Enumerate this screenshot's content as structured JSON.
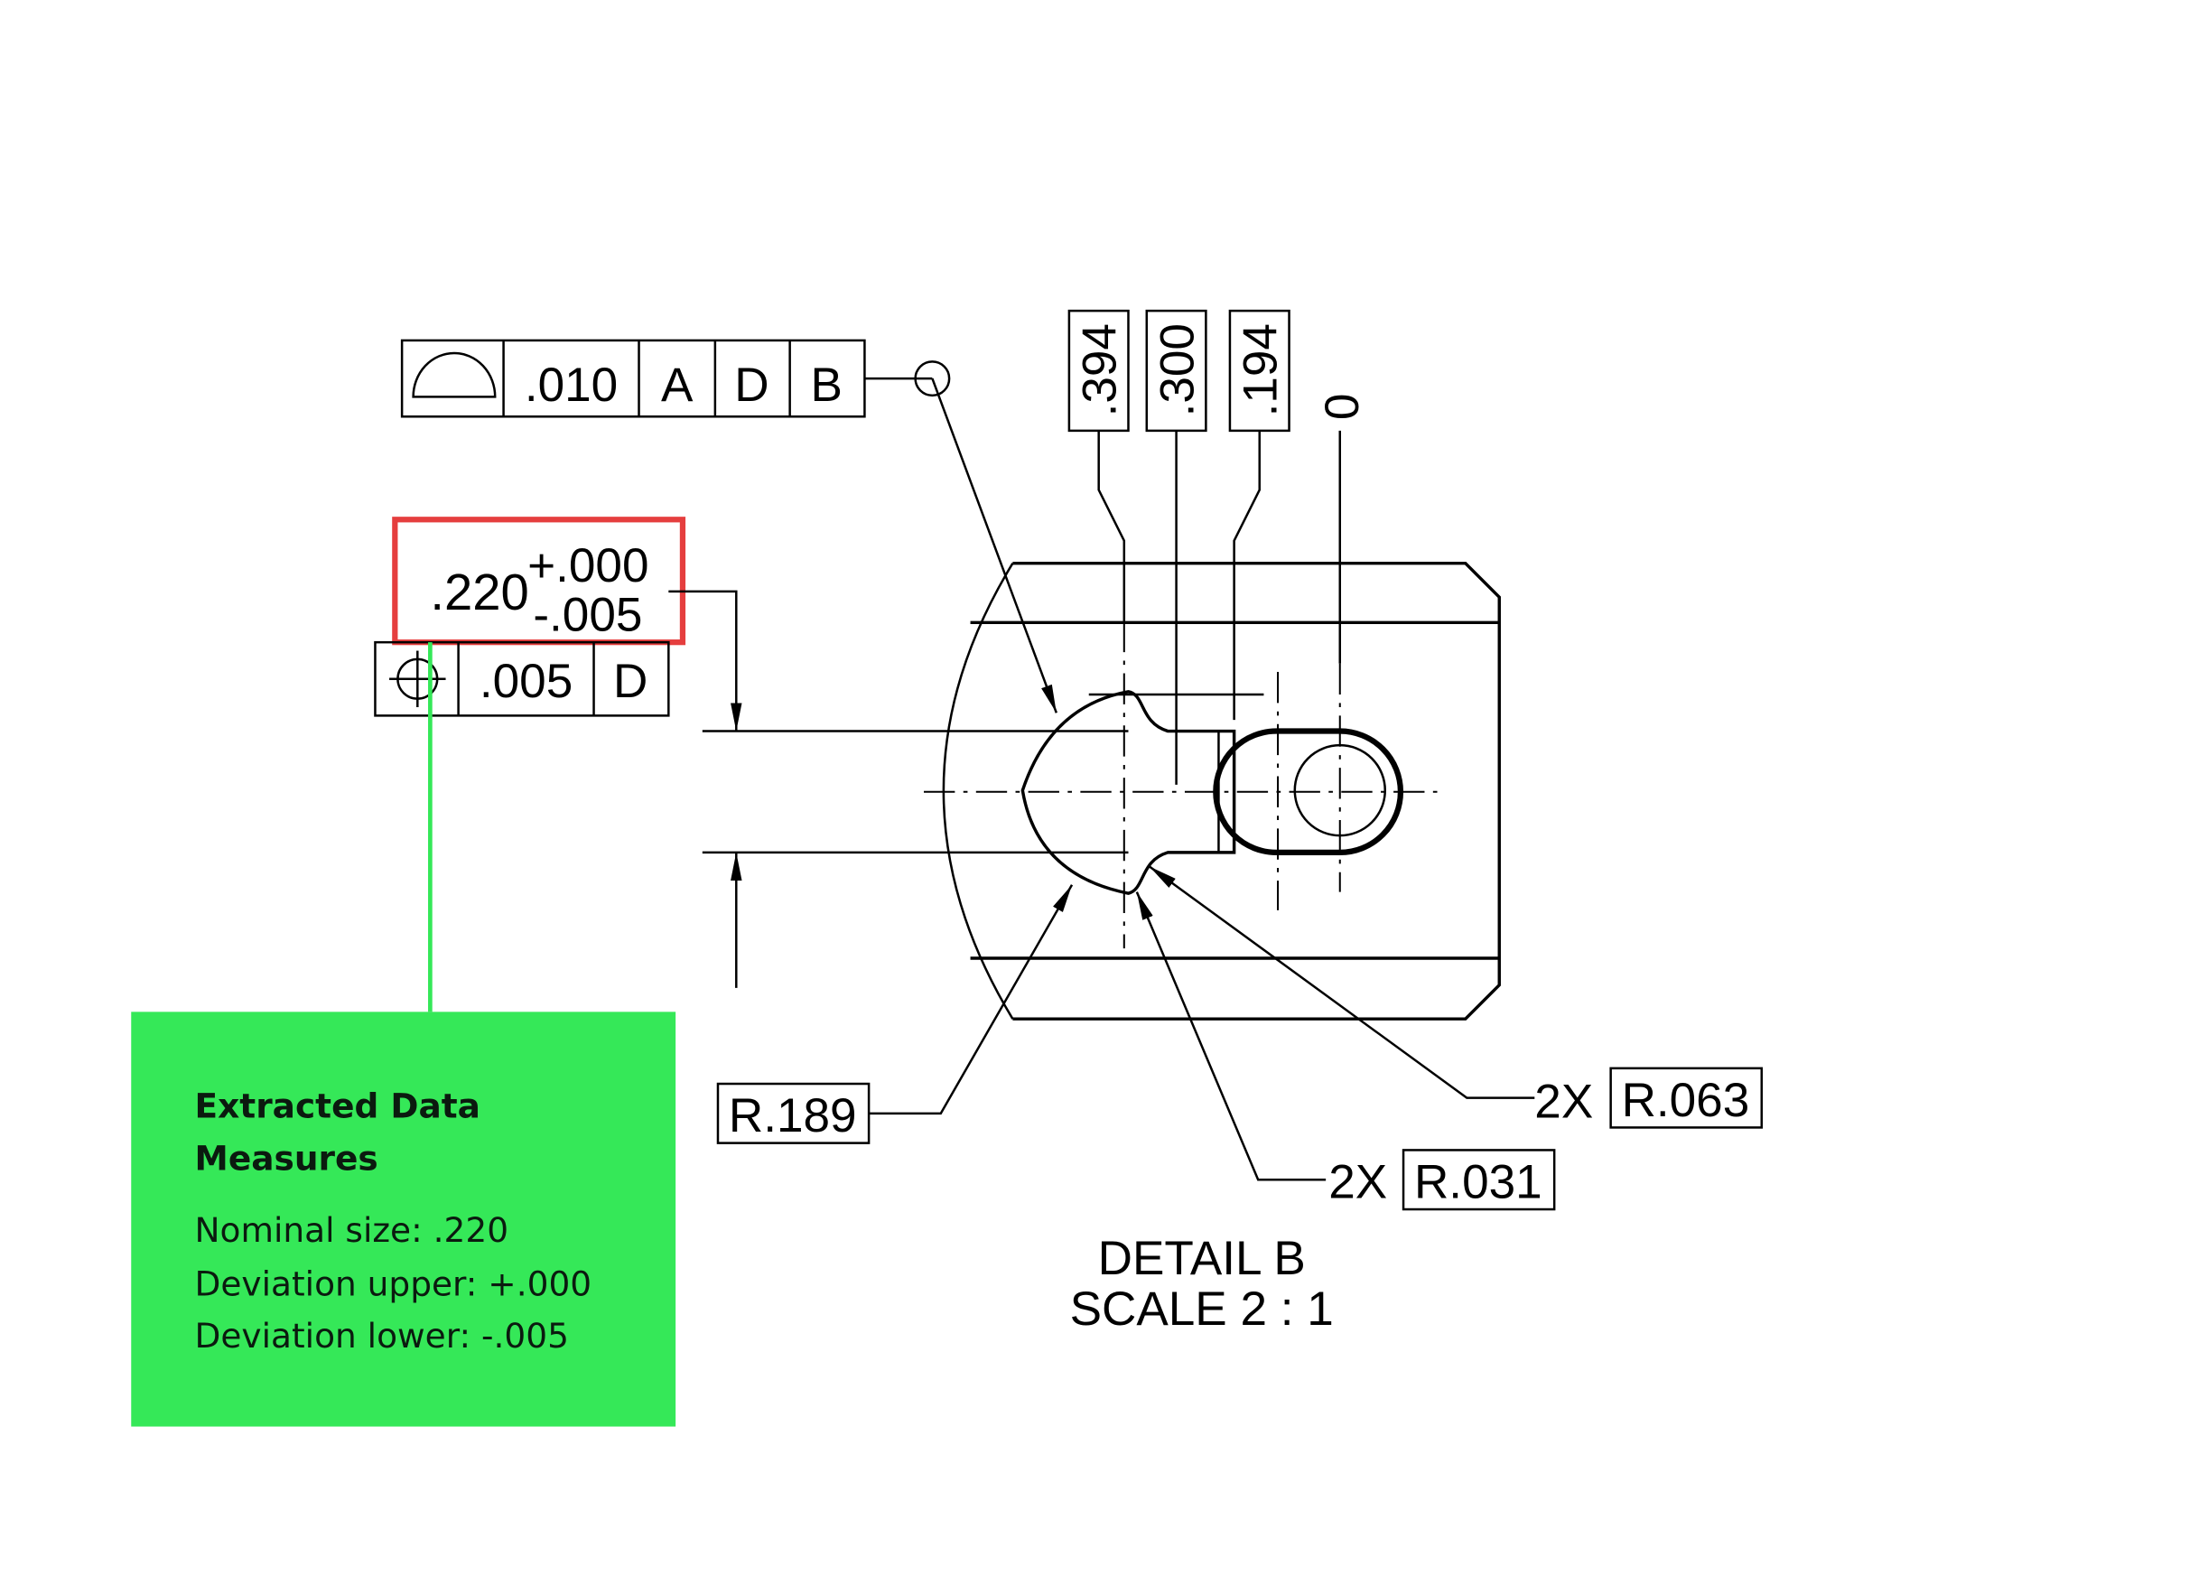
{
  "feature_control_frames": {
    "profile": {
      "symbol": "profile-of-surface-icon",
      "tolerance": ".010",
      "datums": [
        "A",
        "D",
        "B"
      ]
    },
    "position": {
      "symbol": "position-icon",
      "tolerance": ".005",
      "datum": "D"
    }
  },
  "highlighted_dimension": {
    "nominal": ".220",
    "upper": "+.000",
    "lower": "-.005",
    "highlight_color": "#e53e3e"
  },
  "ordinate_dimensions": [
    ".394",
    ".300",
    ".194",
    "0"
  ],
  "radius_callouts": [
    {
      "prefix": "",
      "value": "R.189"
    },
    {
      "prefix": "2X",
      "value": "R.031"
    },
    {
      "prefix": "2X",
      "value": "R.063"
    }
  ],
  "view_label": {
    "title": "DETAIL B",
    "scale": "SCALE 2 : 1"
  },
  "extracted_panel": {
    "title_line1": "Extracted Data",
    "title_line2": "Measures",
    "lines": [
      "Nominal size: .220",
      "Deviation upper: +.000",
      "Deviation lower: -.005"
    ],
    "color": "#35e858"
  }
}
